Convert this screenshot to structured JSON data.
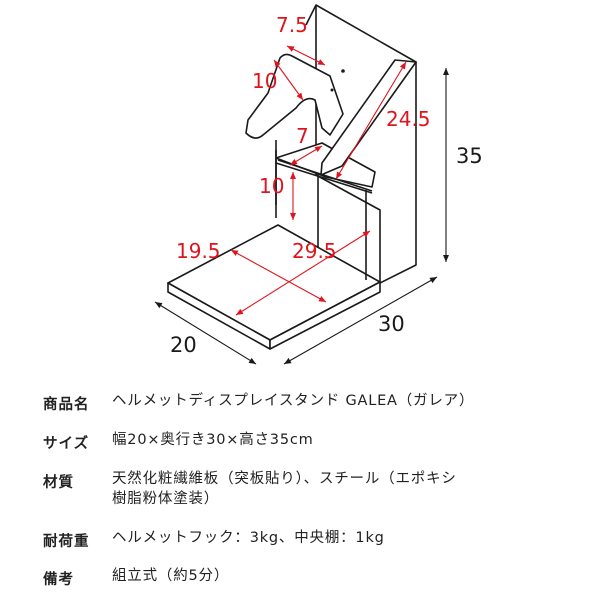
{
  "diagram": {
    "title": "Helmet display stand dimension drawing",
    "colors": {
      "dimension_red": "#e0141e",
      "outline": "#1a1a1a"
    },
    "dimensions_red": {
      "hook_length": "7.5",
      "hook_height": "10",
      "back_panel_length": "24.5",
      "shelf_depth": "7",
      "shelf_height": "10",
      "base_width": "19.5",
      "base_depth": "29.5"
    },
    "dimensions_black": {
      "height": "35",
      "width": "20",
      "depth": "30"
    }
  },
  "specs": {
    "rows": [
      {
        "label": "商品名",
        "value": "ヘルメットディスプレイスタンド GALEA（ガレア）"
      },
      {
        "label": "サイズ",
        "value": "幅20×奥行き30×高さ35cm"
      },
      {
        "label": "材質",
        "value_line1": "天然化粧繊維板（突板貼り）、スチール（エポキシ",
        "value_line2": "樹脂粉体塗装）"
      },
      {
        "label": "耐荷重",
        "value": "ヘルメットフック：3kg、中央棚：1kg"
      },
      {
        "label": "備考",
        "value": "組立式（約5分）"
      }
    ]
  }
}
